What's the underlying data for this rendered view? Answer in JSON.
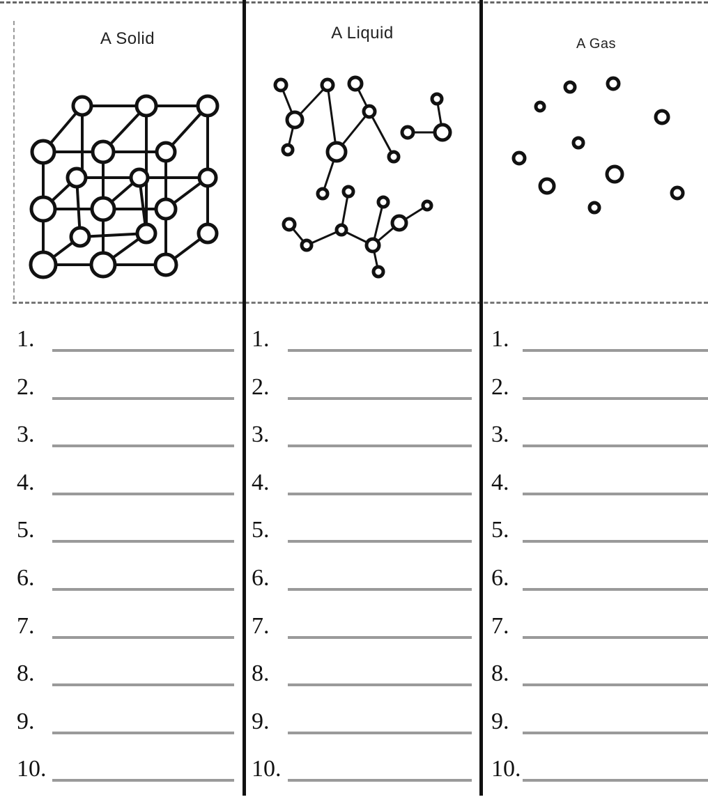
{
  "columns": [
    {
      "title": "A Solid",
      "numbers": [
        "1.",
        "2.",
        "3.",
        "4.",
        "5.",
        "6.",
        "7.",
        "8.",
        "9.",
        "10."
      ]
    },
    {
      "title": "A Liquid",
      "numbers": [
        "1.",
        "2.",
        "3.",
        "4.",
        "5.",
        "6.",
        "7.",
        "8.",
        "9.",
        "10."
      ]
    },
    {
      "title": "A Gas",
      "numbers": [
        "1.",
        "2.",
        "3.",
        "4.",
        "5.",
        "6.",
        "7.",
        "8.",
        "9.",
        "10."
      ]
    }
  ]
}
